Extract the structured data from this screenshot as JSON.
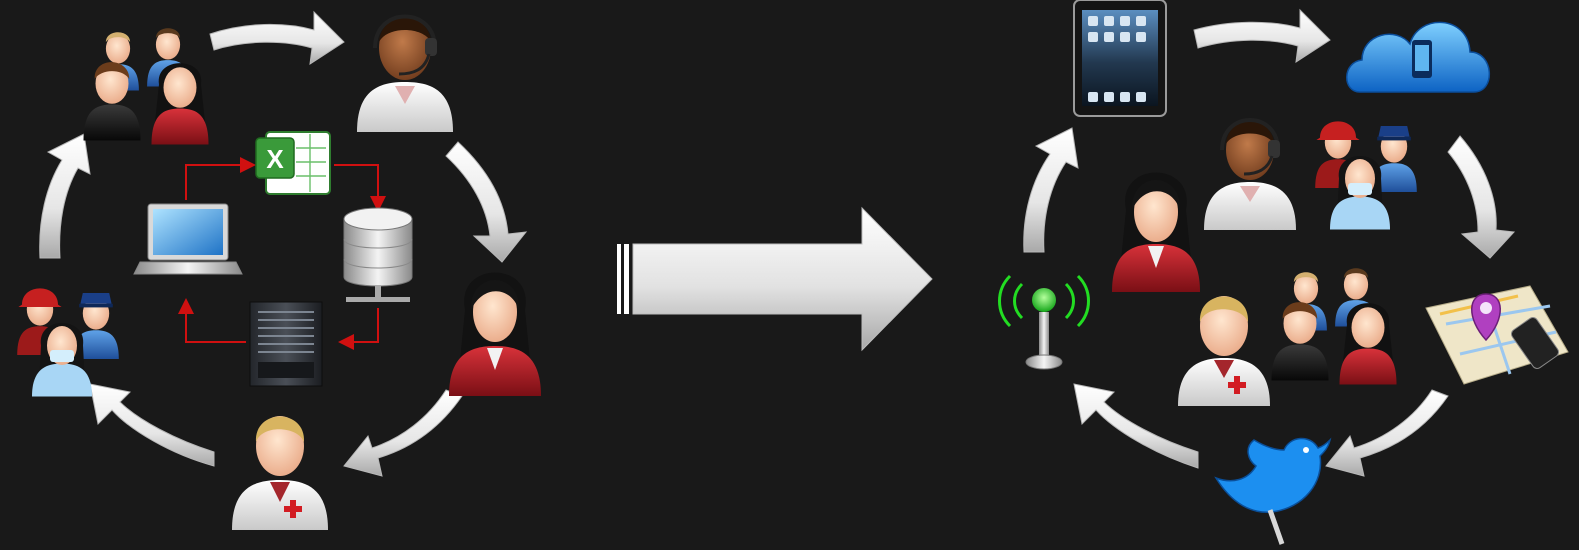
{
  "diagram": {
    "left_cycle": {
      "nodes": [
        {
          "id": "group-people",
          "icon": "group-people-icon"
        },
        {
          "id": "call-center-agent",
          "icon": "headset-agent-icon"
        },
        {
          "id": "businesswoman",
          "icon": "businesswoman-icon"
        },
        {
          "id": "doctor",
          "icon": "doctor-icon"
        },
        {
          "id": "emergency-responders",
          "icon": "firefighter-police-nurse-icon"
        }
      ],
      "center_workflow": {
        "items": [
          {
            "id": "laptop",
            "icon": "laptop-icon"
          },
          {
            "id": "spreadsheet",
            "icon": "excel-spreadsheet-icon",
            "glyph": "X"
          },
          {
            "id": "database",
            "icon": "database-icon"
          },
          {
            "id": "server",
            "icon": "server-tower-icon"
          }
        ],
        "connector_color": "#d01010"
      }
    },
    "transition": {
      "icon": "big-right-arrow-icon"
    },
    "right_cycle": {
      "nodes": [
        {
          "id": "tablet",
          "icon": "tablet-icon"
        },
        {
          "id": "cloud",
          "icon": "cloud-phone-icon"
        },
        {
          "id": "map",
          "icon": "map-pin-phone-icon"
        },
        {
          "id": "twitter",
          "icon": "twitter-bird-icon"
        },
        {
          "id": "radio-tower",
          "icon": "wireless-antenna-icon"
        }
      ],
      "center_people": [
        {
          "id": "businesswoman",
          "icon": "businesswoman-icon"
        },
        {
          "id": "call-center-agent",
          "icon": "headset-agent-icon"
        },
        {
          "id": "emergency-responders",
          "icon": "firefighter-police-nurse-icon"
        },
        {
          "id": "doctor",
          "icon": "doctor-icon"
        },
        {
          "id": "group-people",
          "icon": "group-people-icon"
        }
      ]
    },
    "colors": {
      "background": "#191919",
      "cycle_arrow": "#f0f0f0",
      "connector": "#d01010",
      "tower_light": "#22dd22",
      "excel_green": "#3a9a3a",
      "cloud_blue": "#1a8ee0",
      "twitter_blue": "#1c8ff0",
      "map_pin": "#b040c0"
    }
  }
}
